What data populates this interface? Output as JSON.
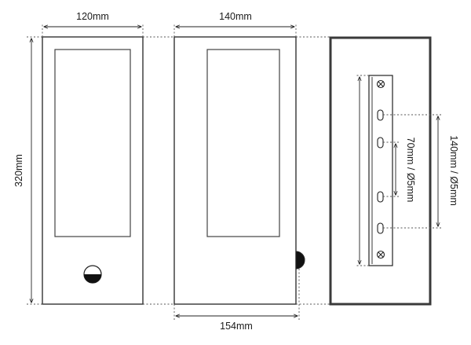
{
  "dimensions": {
    "front_width": "120mm",
    "side_width": "140mm",
    "height": "320mm",
    "total_depth": "154mm",
    "inner_holes": "70mm / Ø5mm",
    "outer_holes": "140mm / Ø5mm"
  }
}
